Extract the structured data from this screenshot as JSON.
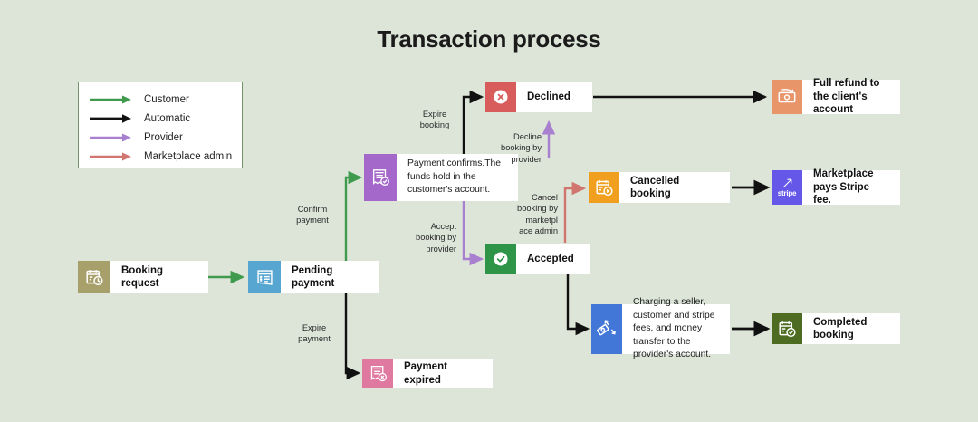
{
  "page": {
    "title": "Transaction process",
    "background_color": "#dde5d9"
  },
  "legend": {
    "items": [
      {
        "label": "Customer",
        "color": "#3f9a4e",
        "icon": "arrow-right-icon"
      },
      {
        "label": "Automatic",
        "color": "#111111",
        "icon": "arrow-right-icon"
      },
      {
        "label": "Provider",
        "color": "#a97fd0",
        "icon": "arrow-right-icon"
      },
      {
        "label": "Marketplace admin",
        "color": "#d1766e",
        "icon": "arrow-right-icon"
      }
    ]
  },
  "nodes": {
    "booking_request": {
      "label": "Booking request",
      "icon": "calendar-clock-icon",
      "icon_color": "#a8a06a"
    },
    "pending_payment": {
      "label": "Pending payment",
      "icon": "invoice-icon",
      "icon_color": "#57a5d1"
    },
    "payment_confirms": {
      "label": "Payment confirms.The funds hold  in the customer's account.",
      "icon": "invoice-check-icon",
      "icon_color": "#a368c9"
    },
    "declined": {
      "label": "Declined",
      "icon": "circle-x-icon",
      "icon_color": "#d95c5c"
    },
    "full_refund": {
      "label": "Full refund to the client's account",
      "icon": "money-refund-icon",
      "icon_color": "#e8956a"
    },
    "cancelled_booking": {
      "label": "Cancelled booking",
      "icon": "calendar-x-icon",
      "icon_color": "#f0a01e"
    },
    "stripe_fee": {
      "label": "Marketplace pays Stripe fee.",
      "icon": "stripe-icon",
      "icon_color": "#6557e8",
      "icon_word": "stripe"
    },
    "accepted": {
      "label": "Accepted",
      "icon": "circle-check-icon",
      "icon_color": "#2e9447"
    },
    "charging": {
      "label": "Charging a seller, customer and stripe fees, and money transfer to the provider's account.",
      "icon": "money-transfer-icon",
      "icon_color": "#4277d8"
    },
    "completed_booking": {
      "label": "Completed booking",
      "icon": "calendar-check-icon",
      "icon_color": "#4d6b21"
    },
    "payment_expired": {
      "label": "Payment expired",
      "icon": "invoice-x-icon",
      "icon_color": "#e0799f"
    }
  },
  "edge_labels": {
    "expire_booking": "Expire\nbooking",
    "confirm_payment": "Confirm\npayment",
    "decline_booking": "Decline\nbooking by\nprovider",
    "cancel_booking": "Cancel\nbooking by\nmarketpl\nace admin",
    "accept_booking": "Accept\nbooking by\nprovider",
    "expire_payment": "Expire\npayment"
  },
  "colors": {
    "customer": "#3f9a4e",
    "automatic": "#111111",
    "provider": "#a97fd0",
    "marketplace_admin": "#d1766e"
  }
}
